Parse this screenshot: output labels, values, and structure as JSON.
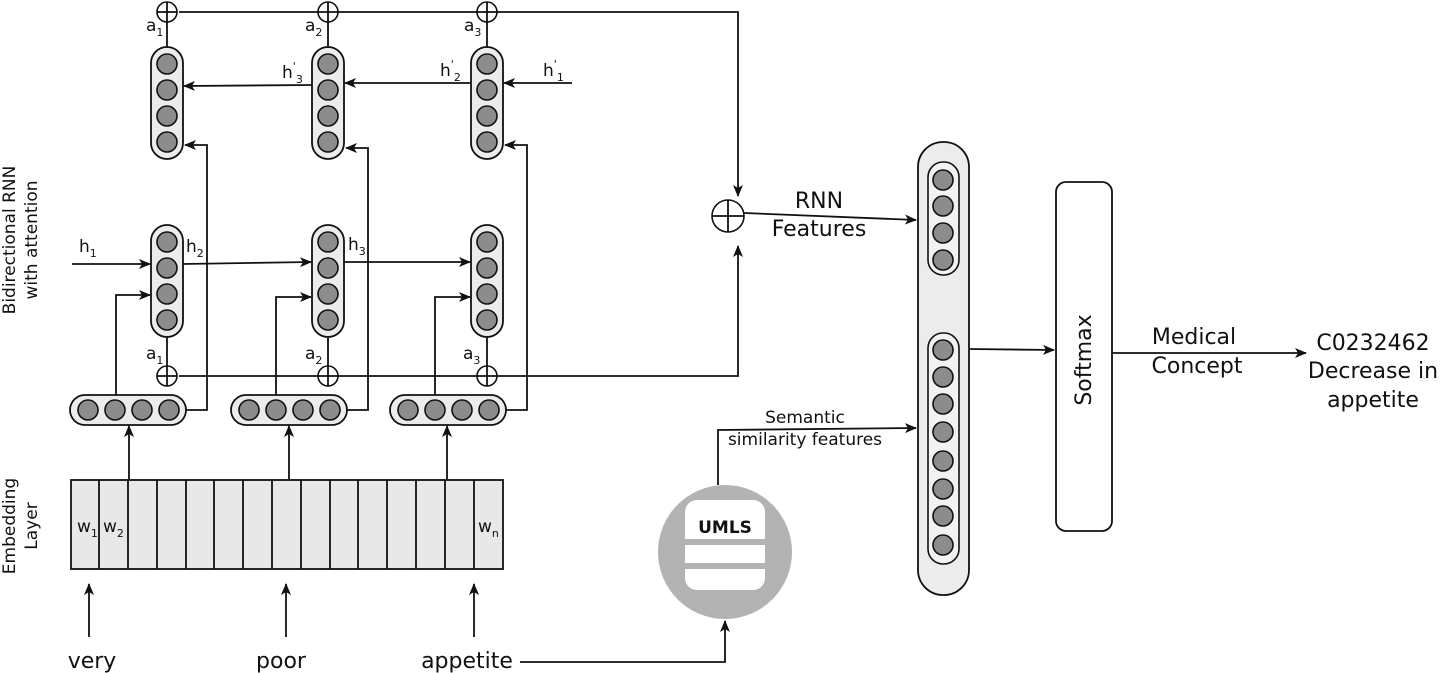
{
  "side_labels": {
    "rnn_line1": "Bidirectional RNN",
    "rnn_line2": "with attention",
    "emb_line1": "Embedding",
    "emb_line2": "Layer"
  },
  "words": [
    "very",
    "poor",
    "appetite"
  ],
  "embedding": {
    "w1": "w",
    "w1_sub": "1",
    "w2": "w",
    "w2_sub": "2",
    "wn": "w",
    "wn_sub": "n"
  },
  "hidden_labels": {
    "h1": "h",
    "h1_sub": "1",
    "h2": "h",
    "h2_sub": "2",
    "h3": "h",
    "h3_sub": "3",
    "hp1": "h",
    "hp1_sup": "'",
    "hp1_sub": "1",
    "hp2": "h",
    "hp2_sup": "'",
    "hp2_sub": "2",
    "hp3": "h",
    "hp3_sup": "'",
    "hp3_sub": "3"
  },
  "attention_labels": [
    {
      "base": "a",
      "sub": "1"
    },
    {
      "base": "a",
      "sub": "2"
    },
    {
      "base": "a",
      "sub": "3"
    }
  ],
  "rnn_features": {
    "line1": "RNN",
    "line2": "Features"
  },
  "semantic_features": {
    "line1": "Semantic",
    "line2": "similarity features"
  },
  "umls": "UMLS",
  "softmax": "Softmax",
  "output_label": {
    "line1": "Medical",
    "line2": "Concept"
  },
  "output_value": {
    "line1": "C0232462",
    "line2": "Decrease in",
    "line3": "appetite"
  }
}
